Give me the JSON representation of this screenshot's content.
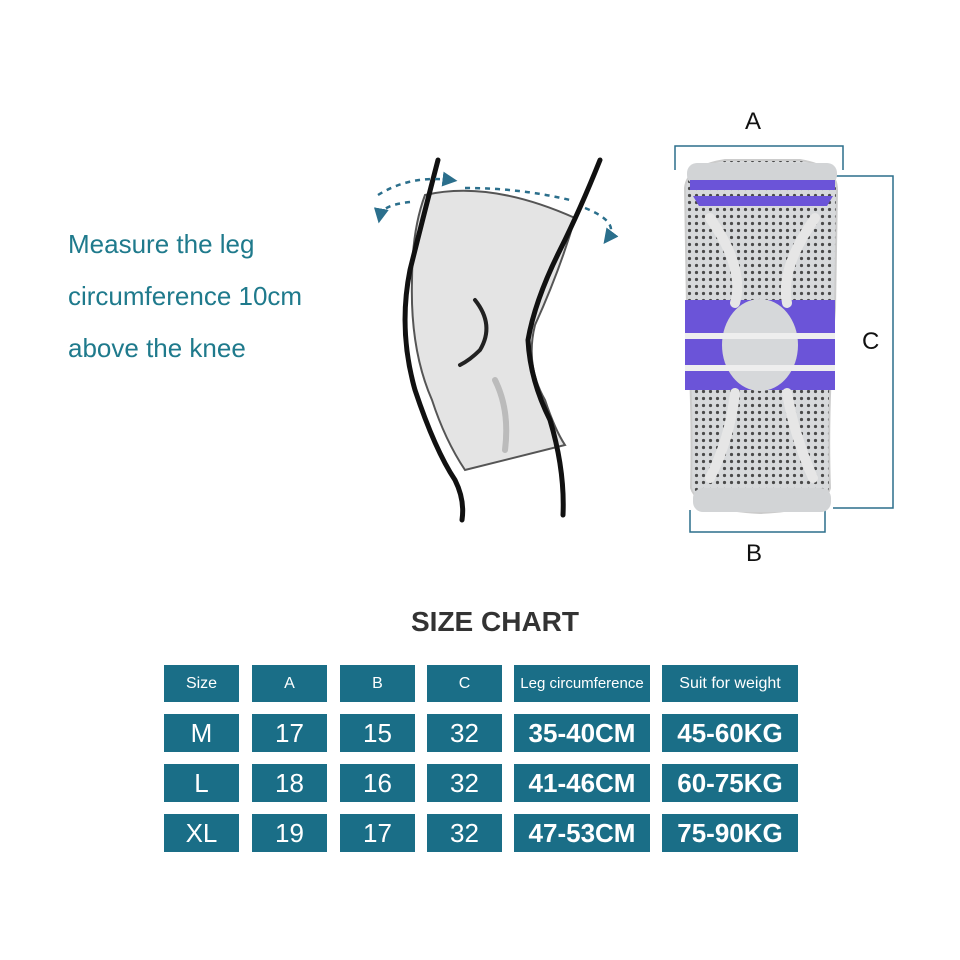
{
  "instruction": {
    "lines": [
      "Measure the leg",
      "circumference 10cm",
      "above the knee"
    ]
  },
  "figure": {
    "dimension_labels": {
      "a": "A",
      "b": "B",
      "c": "C"
    },
    "colors": {
      "accent_text": "#1f7a8c",
      "table_cell": "#1a6e87",
      "sleeve_band": "#6b54d8",
      "sleeve_knit": "#bfc3c7",
      "arrow": "#2b6f8c"
    }
  },
  "size_chart": {
    "title": "SIZE CHART",
    "headers": [
      "Size",
      "A",
      "B",
      "C",
      "Leg circumference",
      "Suit for weight"
    ],
    "rows": [
      [
        "M",
        "17",
        "15",
        "32",
        "35-40CM",
        "45-60KG"
      ],
      [
        "L",
        "18",
        "16",
        "32",
        "41-46CM",
        "60-75KG"
      ],
      [
        "XL",
        "19",
        "17",
        "32",
        "47-53CM",
        "75-90KG"
      ]
    ]
  }
}
